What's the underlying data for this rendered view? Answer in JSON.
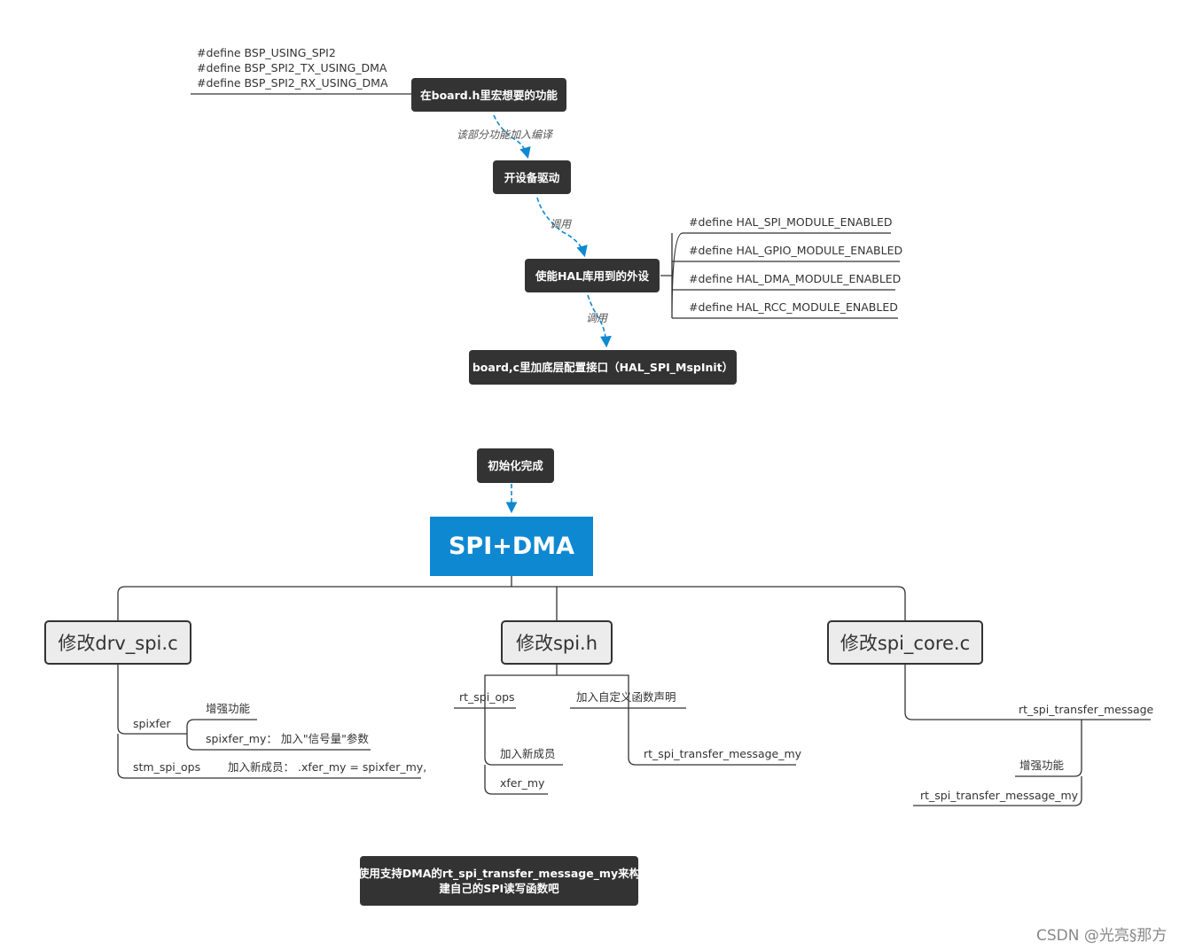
{
  "defines_top": [
    "#define BSP_USING_SPI2",
    "#define BSP_SPI2_TX_USING_DMA",
    "#define BSP_SPI2_RX_USING_DMA"
  ],
  "nodes": {
    "board_h": "在board.h里宏想要的功能",
    "device_driver": "开设备驱动",
    "hal_enable": "使能HAL库用到的外设",
    "board_c": "board,c里加底层配置接口（HAL_SPI_MspInit）",
    "init_done": "初始化完成",
    "central": "SPI+DMA",
    "drv_spi": "修改drv_spi.c",
    "spi_h": "修改spi.h",
    "spi_core": "修改spi_core.c",
    "bottom_note_line1": "使用支持DMA的rt_spi_transfer_message_my来构",
    "bottom_note_line2": "建自己的SPI读写函数吧"
  },
  "edge_labels": {
    "compile": "该部分功能加入编译",
    "call1": "调用",
    "call2": "调用"
  },
  "hal_defines": [
    "#define HAL_SPI_MODULE_ENABLED",
    "#define HAL_GPIO_MODULE_ENABLED",
    "#define HAL_DMA_MODULE_ENABLED",
    "#define HAL_RCC_MODULE_ENABLED"
  ],
  "drv_spi_items": {
    "spixfer": "spixfer",
    "enhance": "增强功能",
    "spixfer_my": "spixfer_my：  加入\"信号量\"参数",
    "stm_spi_ops": "stm_spi_ops",
    "add_member": "加入新成员：  .xfer_my = spixfer_my,"
  },
  "spi_h_items": {
    "rt_spi_ops": "rt_spi_ops",
    "add_member": "加入新成员",
    "xfer_my": "xfer_my",
    "custom_decl": "加入自定义函数声明",
    "msg_my": "rt_spi_transfer_message_my"
  },
  "spi_core_items": {
    "msg": "rt_spi_transfer_message",
    "enhance": "增强功能",
    "msg_my": "rt_spi_transfer_message_my"
  },
  "watermark": "CSDN @光亮§那方",
  "colors": {
    "dark_node": "#333333",
    "central": "#0f88d2",
    "gray_node": "#ececec",
    "arrow": "#0f88d2",
    "line": "#333333"
  }
}
